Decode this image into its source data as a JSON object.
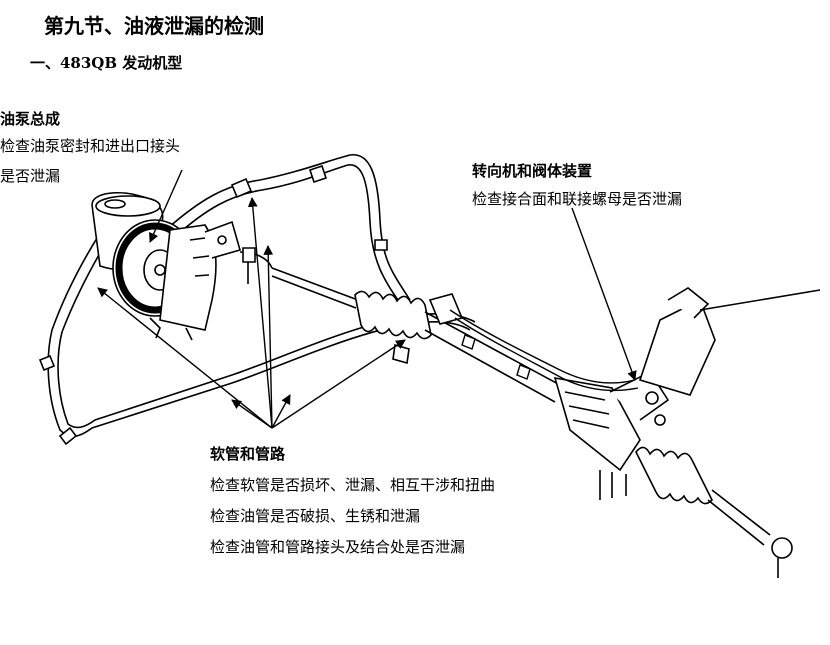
{
  "page": {
    "title": "第九节、油液泄漏的检测",
    "subtitle": "一、483QB 发动机型"
  },
  "callouts": {
    "pump": {
      "label": "油泵总成",
      "lines": [
        "检查油泵密封和进出口接头",
        "是否泄漏"
      ]
    },
    "steering_gear": {
      "label": "转向机和阀体装置",
      "lines": [
        "检查接合面和联接螺母是否泄漏"
      ]
    },
    "hoses": {
      "label": "软管和管路",
      "lines": [
        "检查软管是否损坏、泄漏、相互干涉和扭曲",
        "检查油管是否破损、生锈和泄漏",
        "检查油管和管路接头及结合处是否泄漏"
      ]
    }
  },
  "colors": {
    "ink": "#000000",
    "paper": "#ffffff"
  }
}
